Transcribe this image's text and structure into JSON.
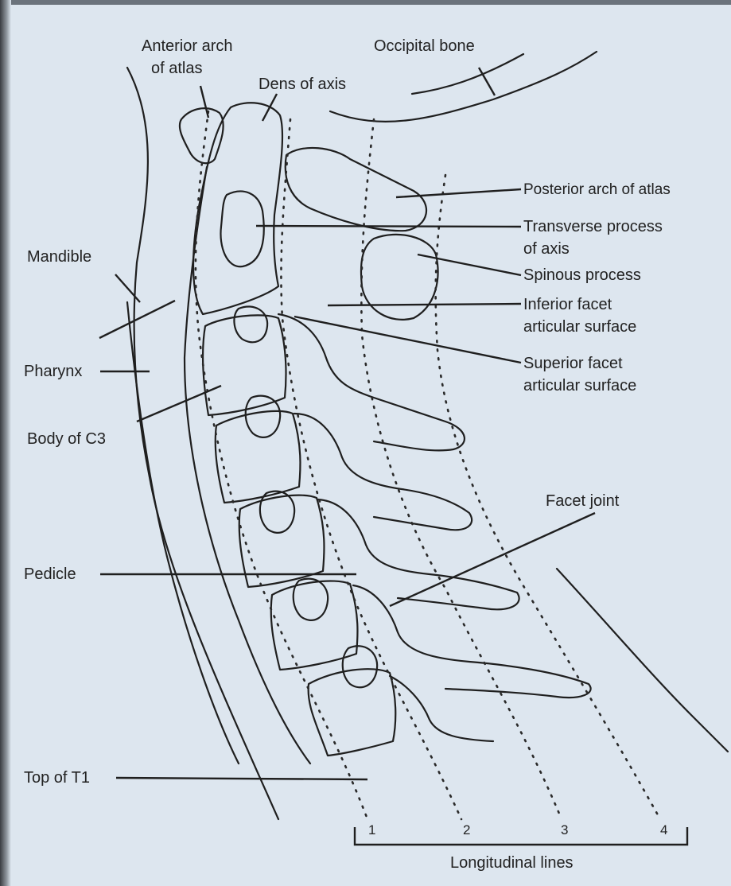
{
  "labels": {
    "anterior_arch_line1": "Anterior arch",
    "anterior_arch_line2": "of atlas",
    "occipital_bone": "Occipital bone",
    "dens_of_axis": "Dens of axis",
    "posterior_arch": "Posterior arch of atlas",
    "transverse_process_line1": "Transverse process",
    "transverse_process_line2": "of axis",
    "spinous_process": "Spinous process",
    "mandible": "Mandible",
    "inferior_facet_line1": "Inferior facet",
    "inferior_facet_line2": "articular surface",
    "superior_facet_line1": "Superior facet",
    "superior_facet_line2": "articular surface",
    "pharynx": "Pharynx",
    "body_of_c3": "Body of C3",
    "facet_joint": "Facet joint",
    "pedicle": "Pedicle",
    "top_of_t1": "Top of T1"
  },
  "longitudinal_lines": {
    "caption": "Longitudinal lines",
    "numbers": [
      "1",
      "2",
      "3",
      "4"
    ]
  },
  "colors": {
    "background": "#dde6ef",
    "ink": "#1f1f1f"
  }
}
